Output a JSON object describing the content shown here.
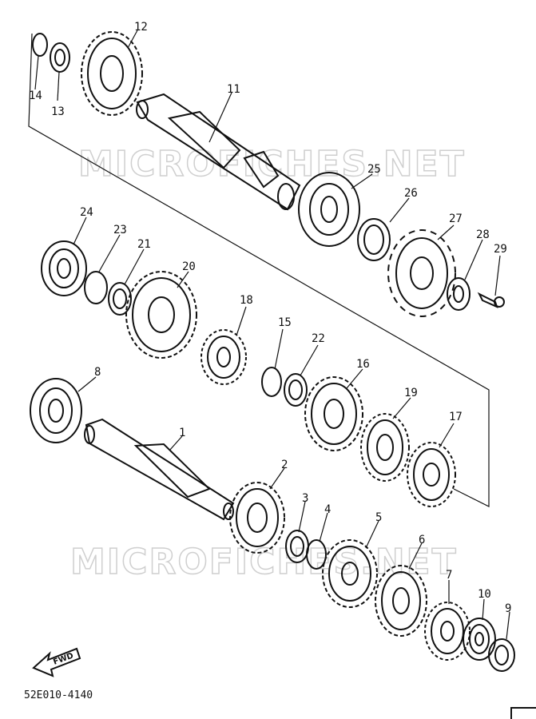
{
  "watermark": "MICROFICHES.NET",
  "drawing_code": "52E010-4140",
  "fwd_label": "FWD",
  "parts": [
    "1",
    "2",
    "3",
    "4",
    "5",
    "6",
    "7",
    "8",
    "9",
    "10",
    "11",
    "12",
    "13",
    "14",
    "15",
    "16",
    "17",
    "18",
    "19",
    "20",
    "21",
    "22",
    "23",
    "24",
    "25",
    "26",
    "27",
    "28",
    "29"
  ]
}
